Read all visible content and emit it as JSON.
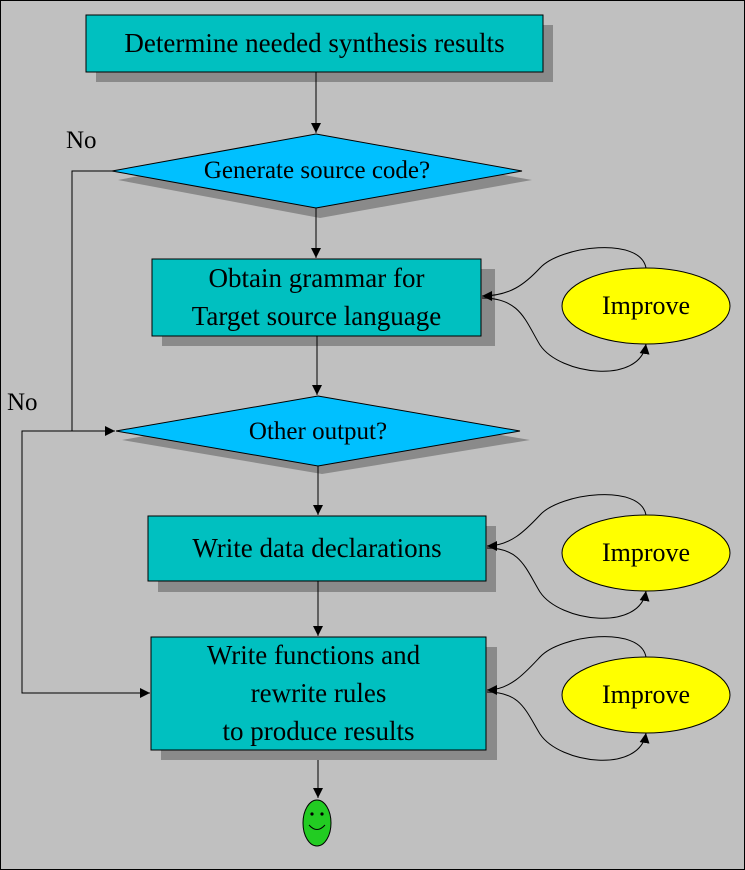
{
  "colors": {
    "background": "#c0c0c0",
    "process_fill": "#00c0c0",
    "decision_fill": "#00c0ff",
    "improve_fill": "#ffff00",
    "end_fill": "#22cc22",
    "shadow": "#8a8a8a"
  },
  "nodes": {
    "determine": "Determine needed synthesis results",
    "generate": "Generate source code?",
    "grammar_line1": "Obtain grammar for",
    "grammar_line2": "Target source language",
    "other_output": "Other output?",
    "write_data": "Write data declarations",
    "functions_line1": "Write functions and",
    "functions_line2": "rewrite rules",
    "functions_line3": "to produce results"
  },
  "improve_labels": [
    "Improve",
    "Improve",
    "Improve"
  ],
  "branch_labels": {
    "no_generate": "No",
    "no_other": "No"
  },
  "end_icon": "smiley-face-icon"
}
